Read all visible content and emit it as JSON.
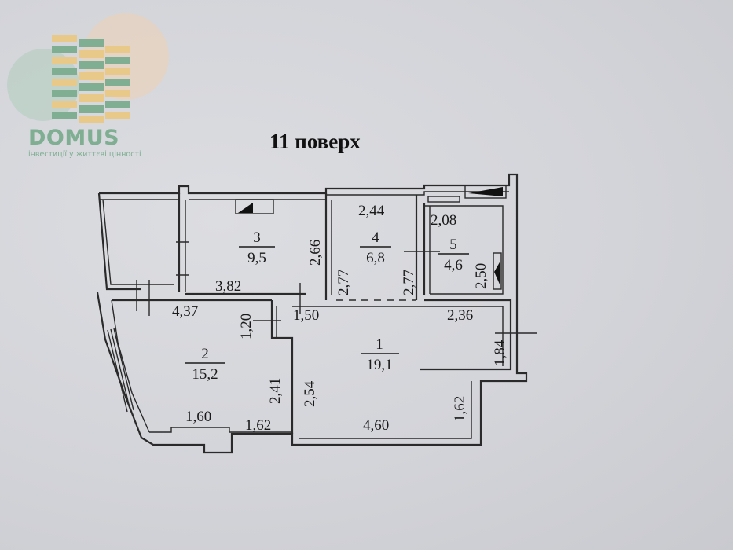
{
  "logo": {
    "name": "DOMUS",
    "tagline": "інвестиції у життєві цінності",
    "colors": {
      "green": "#7fae93",
      "yellow": "#e8c98a",
      "peach": "#efd2b4",
      "blue": "#9fbfd6"
    }
  },
  "plan": {
    "title": "11 поверх",
    "rooms": [
      {
        "number": "1",
        "area": "19,1"
      },
      {
        "number": "2",
        "area": "15,2"
      },
      {
        "number": "3",
        "area": "9,5"
      },
      {
        "number": "4",
        "area": "6,8"
      },
      {
        "number": "5",
        "area": "4,6"
      }
    ],
    "dimensions": {
      "room3_width": "3,82",
      "room3_height": "2,66",
      "room4_width": "2,44",
      "room4_height_left": "2,77",
      "room4_height_right": "2,77",
      "room5_width": "2,08",
      "room5_height": "2,50",
      "room2_top": "4,37",
      "corridor_height": "1,20",
      "corridor_width": "1,50",
      "room1_top_right": "2,36",
      "room1_right": "1,84",
      "room2_right": "2,41",
      "room1_left": "2,54",
      "room2_bottom_left": "1,60",
      "room2_bottom_right": "1,62",
      "room1_bottom": "4,60",
      "room1_notch": "1,62"
    }
  }
}
